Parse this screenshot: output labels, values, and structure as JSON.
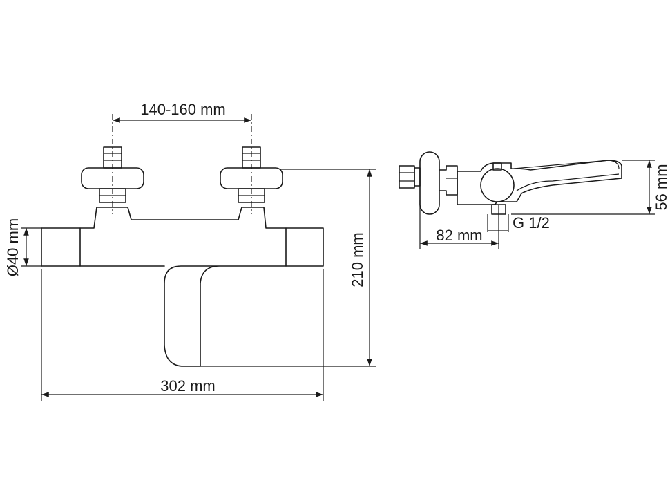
{
  "dimensions": {
    "spacing": "140-160 mm",
    "diameter": "Ø40 mm",
    "height": "210 mm",
    "width": "302 mm",
    "projection": "82 mm",
    "thread": "G 1/2",
    "spout_height": "56 mm"
  }
}
